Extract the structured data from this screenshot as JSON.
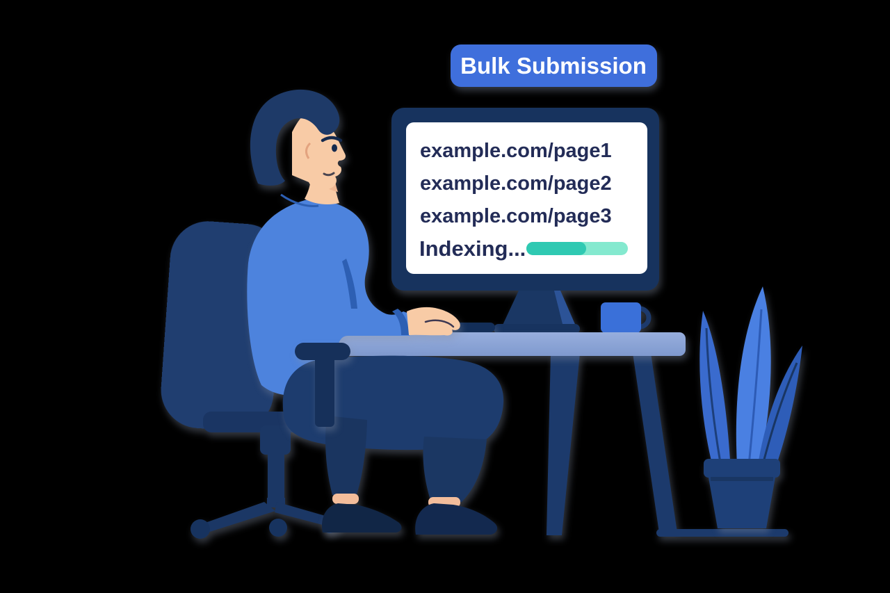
{
  "scene_description": "Flat vector illustration of a man at a desk submitting URLs in bulk for indexing",
  "background_color": "#000000",
  "badge": {
    "label": "Bulk Submission",
    "bg_color": "#3f6fdc",
    "text_color": "#ffffff"
  },
  "monitor": {
    "screen_lines": [
      "example.com/page1",
      "example.com/page2",
      "example.com/page3"
    ],
    "status_label": "Indexing...",
    "text_color": "#232c57",
    "bezel_color": "#17335e",
    "screen_color": "#ffffff",
    "progress": {
      "percent": 59,
      "filled_width": 86,
      "track_width": 146,
      "fill_color": "#2fc9b2",
      "track_color": "#84e9cf"
    }
  },
  "desk": {
    "top_color": "#97aedd",
    "leg_color": "#1c3a6c"
  },
  "chair": {
    "color": "#203e70",
    "seat_color": "#1a3563",
    "armrest_color": "#16305a"
  },
  "person": {
    "shirt_color": "#4d83dd",
    "skin_color": "#f8cba6",
    "hair_color": "#1e3a68",
    "pants_color": "#1d3c6e",
    "shoe_color": "#13294f"
  },
  "plant": {
    "leaf_colors": [
      "#3a6bce",
      "#4a80e2",
      "#2e5db8"
    ],
    "pot_color": "#1e4078"
  },
  "mug": {
    "color": "#3a70d9",
    "handle_color": "#1d3a6c"
  }
}
